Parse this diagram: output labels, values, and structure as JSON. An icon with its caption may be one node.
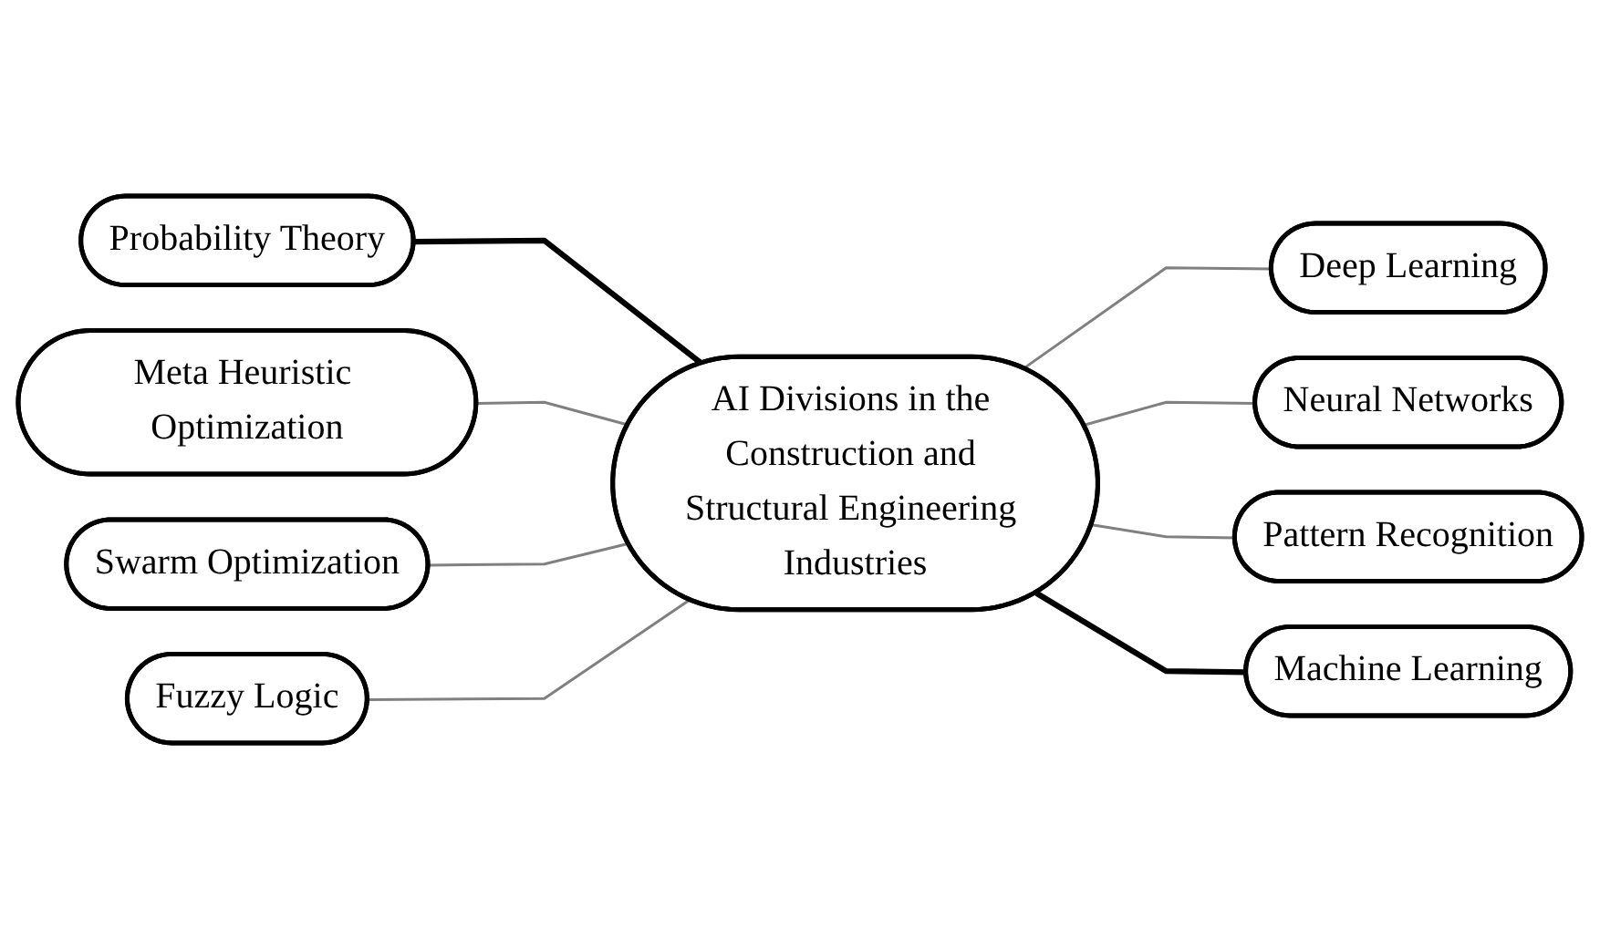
{
  "diagram": {
    "nodes": [
      {
        "text": [
          "Probability Theory"
        ]
      },
      {
        "text": [
          "Meta Heuristic Optimization"
        ]
      },
      {
        "text": [
          "Deep Learning"
        ]
      },
      {
        "text": [
          "AI Divisions in the Construction and Structural Engineering Industries"
        ]
      },
      {
        "text": [
          "Swarm Optimization"
        ]
      },
      {
        "text": [
          "Neural Networks"
        ]
      },
      {
        "text": [
          "Fuzzy Logic"
        ]
      },
      {
        "text": [
          "Pattern Recognition"
        ]
      },
      {
        "text": [
          "Machine Learning"
        ]
      }
    ],
    "edges": [
      {
        "from": 3,
        "to": 0,
        "arrow": "none",
        "style": "thick",
        "color": "#000000"
      },
      {
        "from": 3,
        "to": 1,
        "arrow": "none"
      },
      {
        "from": 3,
        "to": 2,
        "arrow": "none"
      },
      {
        "from": 3,
        "to": 4,
        "arrow": "none"
      },
      {
        "from": 3,
        "to": 5,
        "arrow": "none"
      },
      {
        "from": 3,
        "to": 6,
        "arrow": "none"
      },
      {
        "from": 3,
        "to": 7,
        "arrow": "none"
      },
      {
        "from": 3,
        "to": 8,
        "arrow": "none",
        "style": "thick",
        "color": "#000000"
      }
    ]
  }
}
